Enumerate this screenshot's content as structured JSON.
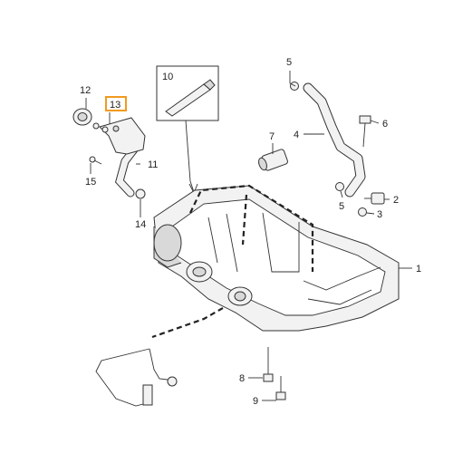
{
  "callouts": [
    {
      "id": "1",
      "label": "1"
    },
    {
      "id": "2",
      "label": "2"
    },
    {
      "id": "3",
      "label": "3"
    },
    {
      "id": "4",
      "label": "4"
    },
    {
      "id": "5a",
      "label": "5"
    },
    {
      "id": "5b",
      "label": "5"
    },
    {
      "id": "6",
      "label": "6"
    },
    {
      "id": "7",
      "label": "7"
    },
    {
      "id": "8",
      "label": "8"
    },
    {
      "id": "9",
      "label": "9"
    },
    {
      "id": "10",
      "label": "10"
    },
    {
      "id": "11",
      "label": "11"
    },
    {
      "id": "12",
      "label": "12"
    },
    {
      "id": "13",
      "label": "13",
      "highlighted": true
    },
    {
      "id": "14",
      "label": "14"
    },
    {
      "id": "15",
      "label": "15"
    }
  ],
  "colors": {
    "highlight": "#f29a1f",
    "stroke": "#333333",
    "fill": "#f2f2f2"
  }
}
